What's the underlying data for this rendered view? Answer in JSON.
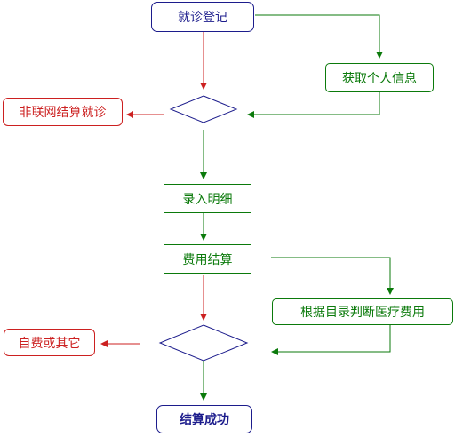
{
  "nodes": {
    "registration": "就诊登记",
    "get_personal_info": "获取个人信息",
    "non_network_settlement": "非联网结算就诊",
    "enter_details": "录入明细",
    "fee_settlement": "费用结算",
    "judge_medical_fees": "根据目录判断医疗费用",
    "self_paid_or_other": "自费或其它",
    "settlement_success": "结算成功"
  },
  "colors": {
    "main_flow": "#0b7a0b",
    "exception_flow": "#cc2020",
    "terminal": "#1c1c8c",
    "decision": "#1c1c8c"
  }
}
